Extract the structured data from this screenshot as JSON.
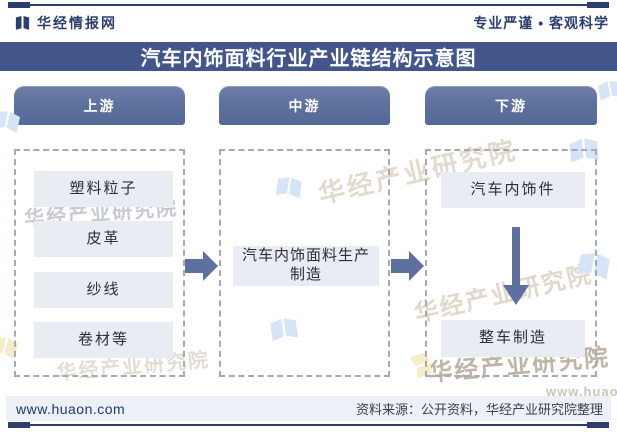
{
  "header": {
    "brand": "华经情报网",
    "slogan": "专业严谨 • 客观科学",
    "logo_icon": "open-book-icon"
  },
  "title": "汽车内饰面料行业产业链结构示意图",
  "chain": {
    "columns": [
      {
        "header": "上游",
        "items": [
          "塑料粒子",
          "皮革",
          "纱线",
          "卷材等"
        ]
      },
      {
        "header": "中游",
        "items": [
          "汽车内饰面料生产制造"
        ]
      },
      {
        "header": "下游",
        "items": [
          "汽车内饰件",
          "整车制造"
        ]
      }
    ],
    "flow": [
      "upstream→midstream",
      "midstream→downstream",
      "汽车内饰件→整车制造"
    ]
  },
  "footer": {
    "site": "www.huaon.com",
    "source": "资料来源：公开资料，华经产业研究院整理"
  },
  "watermark": {
    "text": "华经产业研究院",
    "url": "www.huaon.com"
  },
  "colors": {
    "navy": "#2c3e6e",
    "title_bar": "#42568c",
    "pill": "#5d6f9c",
    "pill_light": "#6c7ea8",
    "arrow": "#5d70a0",
    "box_bg": "#e9ecf2",
    "footer_bg": "#edf0f6",
    "ink": "#2d2f35"
  }
}
